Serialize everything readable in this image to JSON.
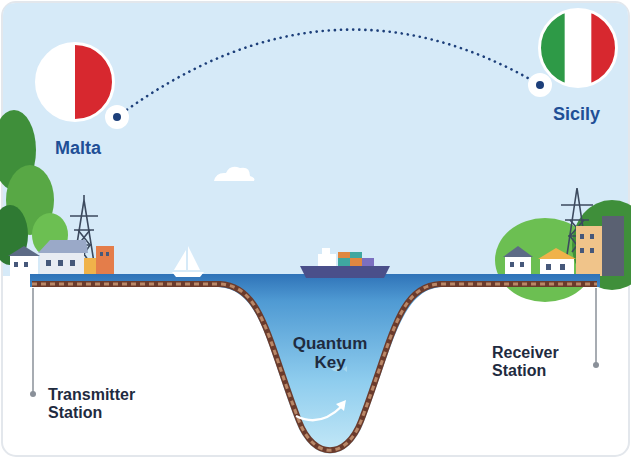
{
  "diagram": {
    "nodes": [
      {
        "text": [
          "Malta"
        ]
      },
      {
        "text": [
          "Sicily"
        ]
      }
    ],
    "edges": [
      {
        "from": 0,
        "to": 1,
        "arrow": "none"
      }
    ],
    "labels": [
      "Quantum Key",
      "Transmitter Station",
      "Receiver Station"
    ]
  }
}
